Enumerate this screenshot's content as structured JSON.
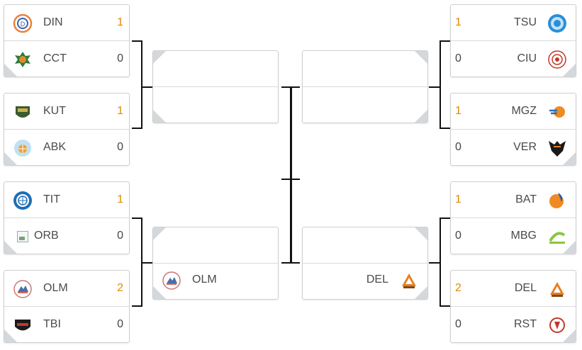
{
  "left_r1": [
    {
      "top": {
        "name": "DIN",
        "score": "1",
        "win": true,
        "logo": "din-logo"
      },
      "bottom": {
        "name": "CCT",
        "score": "0",
        "win": false,
        "logo": "cct-logo"
      }
    },
    {
      "top": {
        "name": "KUT",
        "score": "1",
        "win": true,
        "logo": "kut-logo"
      },
      "bottom": {
        "name": "ABK",
        "score": "0",
        "win": false,
        "logo": "abk-logo"
      }
    },
    {
      "top": {
        "name": "TIT",
        "score": "1",
        "win": true,
        "logo": "tit-logo"
      },
      "bottom": {
        "name": "ORB",
        "score": "0",
        "win": false,
        "logo": "broken-image-icon"
      }
    },
    {
      "top": {
        "name": "OLM",
        "score": "2",
        "win": true,
        "logo": "olm-logo"
      },
      "bottom": {
        "name": "TBI",
        "score": "0",
        "win": false,
        "logo": "tbi-logo"
      }
    }
  ],
  "right_r1": [
    {
      "top": {
        "name": "TSU",
        "score": "1",
        "win": true,
        "logo": "tsu-logo"
      },
      "bottom": {
        "name": "CIU",
        "score": "0",
        "win": false,
        "logo": "ciu-logo"
      }
    },
    {
      "top": {
        "name": "MGZ",
        "score": "1",
        "win": true,
        "logo": "mgz-logo"
      },
      "bottom": {
        "name": "VER",
        "score": "0",
        "win": false,
        "logo": "ver-logo"
      }
    },
    {
      "top": {
        "name": "BAT",
        "score": "1",
        "win": true,
        "logo": "bat-logo"
      },
      "bottom": {
        "name": "MBG",
        "score": "0",
        "win": false,
        "logo": "mbg-logo"
      }
    },
    {
      "top": {
        "name": "DEL",
        "score": "2",
        "win": true,
        "logo": "del-logo"
      },
      "bottom": {
        "name": "RST",
        "score": "0",
        "win": false,
        "logo": "rst-logo"
      }
    }
  ],
  "left_r2": [
    {
      "top": {
        "name": "",
        "score": ""
      },
      "bottom": {
        "name": "",
        "score": ""
      }
    },
    {
      "top": {
        "name": "",
        "score": ""
      },
      "bottom": {
        "name": "OLM",
        "score": "",
        "logo": "olm-logo"
      }
    }
  ],
  "right_r2": [
    {
      "top": {
        "name": "",
        "score": ""
      },
      "bottom": {
        "name": "",
        "score": ""
      }
    },
    {
      "top": {
        "name": "",
        "score": ""
      },
      "bottom": {
        "name": "DEL",
        "score": "",
        "logo": "del-logo"
      }
    }
  ],
  "colors": {
    "win_score": "#e08a00",
    "line": "#111111",
    "corner": "#d5d8db",
    "border": "#cfcfcf"
  }
}
